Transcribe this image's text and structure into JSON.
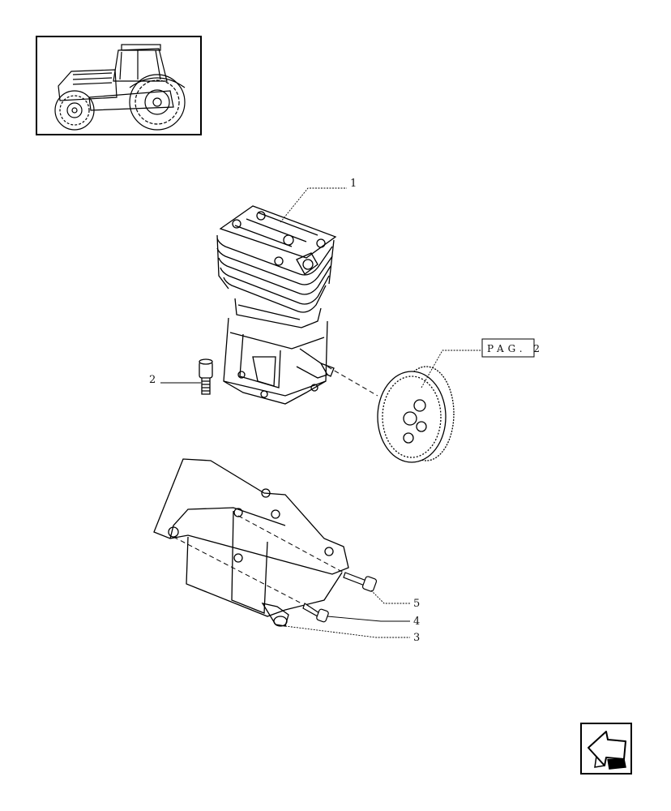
{
  "callouts": {
    "c1": "1",
    "c2": "2",
    "c3": "3",
    "c4": "4",
    "c5": "5"
  },
  "page_reference": "PAG. 2",
  "icons": {
    "thumbnail": "tractor-thumbnail-icon",
    "navigation": "back-arrow-icon"
  }
}
